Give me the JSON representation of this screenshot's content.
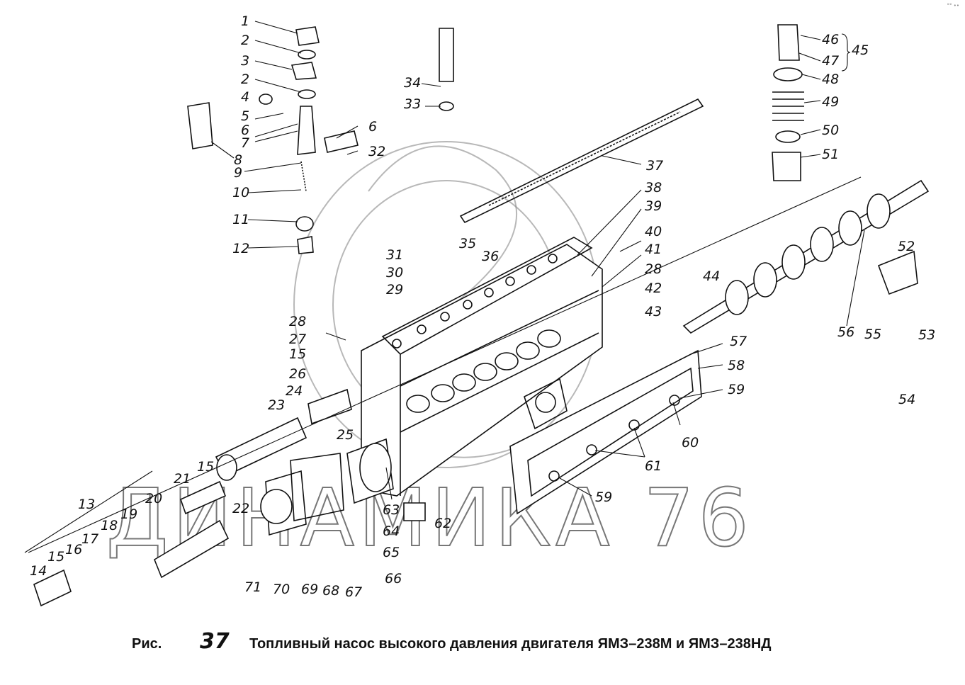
{
  "watermark": {
    "text": "ДИНАМИКА 76"
  },
  "corner_mark": "°° ••",
  "caption": {
    "prefix": "Рис.",
    "number": "37",
    "title": "Топливный насос высокого давления двигателя ЯМЗ–238М и ЯМЗ–238НД"
  },
  "callouts": [
    "1",
    "2",
    "3",
    "2",
    "4",
    "5",
    "6",
    "7",
    "8",
    "9",
    "10",
    "11",
    "12",
    "34",
    "33",
    "6",
    "32",
    "37",
    "38",
    "39",
    "40",
    "41",
    "28",
    "42",
    "43",
    "31",
    "30",
    "29",
    "35",
    "36",
    "46",
    "47",
    "45",
    "48",
    "49",
    "50",
    "51",
    "52",
    "44",
    "56",
    "55",
    "53",
    "54",
    "28",
    "27",
    "15",
    "26",
    "24",
    "25",
    "23",
    "57",
    "58",
    "59",
    "60",
    "61",
    "59",
    "62",
    "13",
    "15",
    "21",
    "20",
    "19",
    "18",
    "17",
    "16",
    "15",
    "14",
    "22",
    "63",
    "64",
    "65",
    "66",
    "67",
    "68",
    "69",
    "70",
    "71"
  ]
}
